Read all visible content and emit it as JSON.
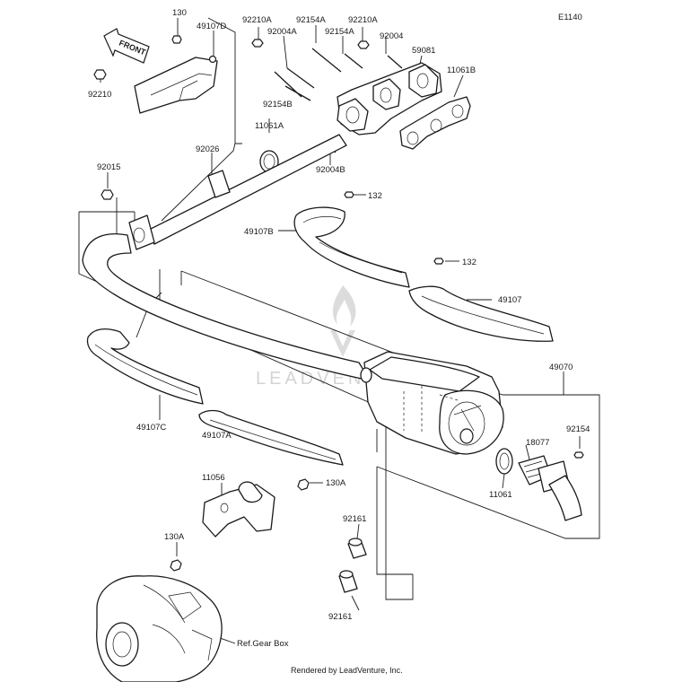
{
  "diagram_id": "E1140",
  "front_arrow_label": "FRONT",
  "ref_label": "Ref.Gear Box",
  "footer": "Rendered by LeadVenture, Inc.",
  "watermark": "LEADVENTURE",
  "part_labels": {
    "p130": "130",
    "p49107d": "49107D",
    "p92210a_1": "92210A",
    "p92154a_1": "92154A",
    "p92210a_2": "92210A",
    "p92004a": "92004A",
    "p92154a_2": "92154A",
    "p92004": "92004",
    "p59081": "59081",
    "p11061b": "11061B",
    "p92210": "92210",
    "p92154b": "92154B",
    "p11061a": "11061A",
    "p92026": "92026",
    "p92004b": "92004B",
    "p92015": "92015",
    "p132_1": "132",
    "p49107b": "49107B",
    "p132_2": "132",
    "p49107": "49107",
    "p49070": "49070",
    "p49107c": "49107C",
    "p92154": "92154",
    "p18077": "18077",
    "p49107a": "49107A",
    "p11061": "11061",
    "p11056": "11056",
    "p130a_1": "130A",
    "p92161_1": "92161",
    "p130a_2": "130A",
    "p92161_2": "92161"
  }
}
